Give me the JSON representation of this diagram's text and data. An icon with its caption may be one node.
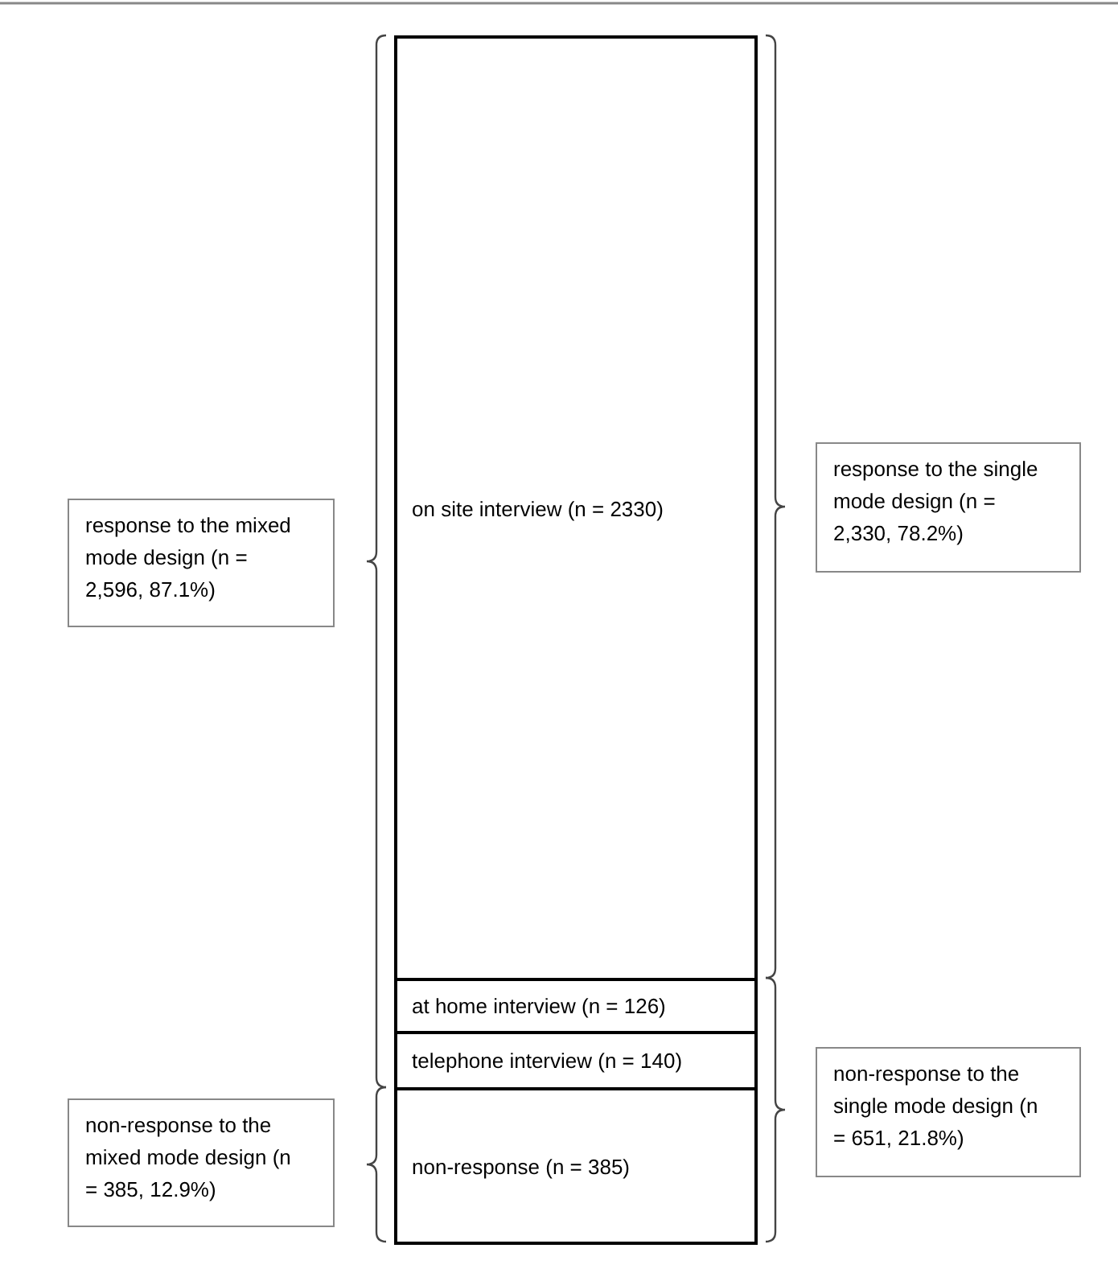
{
  "diagram": {
    "nodes": [
      {
        "text": [
          "on site interview (n = 2330)"
        ]
      },
      {
        "text": [
          "at home interview (n = 126)"
        ]
      },
      {
        "text": [
          "telephone interview (n = 140)"
        ]
      },
      {
        "text": [
          "non-response (n = 385)"
        ]
      },
      {
        "text": [
          "response to the mixed mode design (n = 2,596, 87.1%)"
        ]
      },
      {
        "text": [
          "non-response to the mixed mode design (n = 385, 12.9%)"
        ]
      },
      {
        "text": [
          "response to the single mode design (n = 2,330, 78.2%)"
        ]
      },
      {
        "text": [
          "non-response to the single mode design (n = 651, 21.8%)"
        ]
      }
    ],
    "edges": []
  }
}
